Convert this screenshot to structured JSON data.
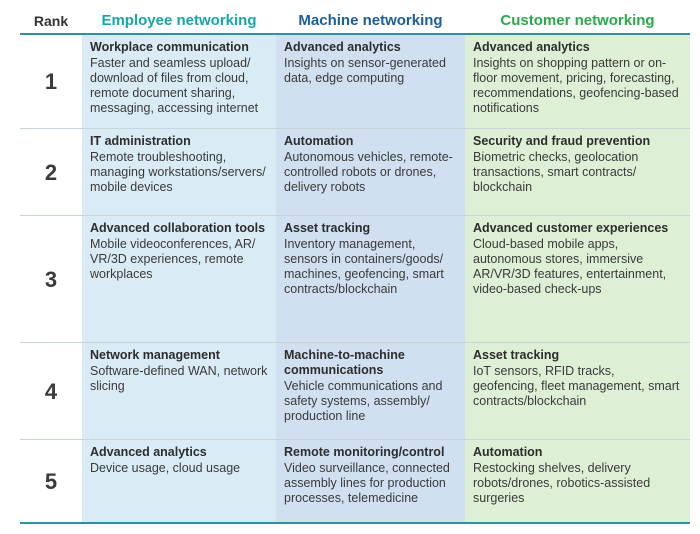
{
  "header": {
    "rank": "Rank",
    "employee": "Employee networking",
    "machine": "Machine networking",
    "customer": "Customer networking"
  },
  "colors": {
    "employee_header": "#12a8a8",
    "machine_header": "#1a5e9a",
    "customer_header": "#2aaa4a",
    "employee_bg": "#d9ebf5",
    "machine_bg": "#d0e0f1",
    "customer_bg": "#ddf0d6",
    "rule": "#2a93a2"
  },
  "rows": [
    {
      "rank": "1",
      "employee": {
        "title": "Workplace communication",
        "desc": "Faster and seamless upload/ download of files from cloud, remote document sharing, messaging, accessing internet"
      },
      "machine": {
        "title": "Advanced analytics",
        "desc": "Insights on sensor-generated data, edge computing"
      },
      "customer": {
        "title": "Advanced analytics",
        "desc": "Insights on shopping pattern or on-floor movement, pricing, forecasting, recommendations, geofencing-based notifications"
      }
    },
    {
      "rank": "2",
      "employee": {
        "title": "IT administration",
        "desc": "Remote troubleshooting, managing workstations/servers/ mobile devices"
      },
      "machine": {
        "title": "Automation",
        "desc": "Autonomous vehicles, remote-controlled robots or drones, delivery robots"
      },
      "customer": {
        "title": "Security and fraud prevention",
        "desc": "Biometric checks, geolocation transactions, smart contracts/ blockchain"
      }
    },
    {
      "rank": "3",
      "employee": {
        "title": "Advanced collaboration tools",
        "desc": "Mobile videoconferences, AR/ VR/3D experiences, remote workplaces"
      },
      "machine": {
        "title": "Asset tracking",
        "desc": "Inventory management, sensors in containers/goods/ machines, geofencing, smart contracts/blockchain"
      },
      "customer": {
        "title": "Advanced customer experiences",
        "desc": "Cloud-based mobile apps, autonomous stores, immersive AR/VR/3D features, entertainment, video-based check-ups"
      }
    },
    {
      "rank": "4",
      "employee": {
        "title": "Network management",
        "desc": "Software-defined WAN, network slicing"
      },
      "machine": {
        "title": "Machine-to-machine communications",
        "desc": "Vehicle communications and safety systems, assembly/ production line"
      },
      "customer": {
        "title": "Asset tracking",
        "desc": "IoT sensors, RFID tracks, geofencing, fleet management, smart contracts/blockchain"
      }
    },
    {
      "rank": "5",
      "employee": {
        "title": "Advanced analytics",
        "desc": "Device usage, cloud usage"
      },
      "machine": {
        "title": "Remote monitoring/control",
        "desc": "Video surveillance, connected assembly lines for production processes, telemedicine"
      },
      "customer": {
        "title": "Automation",
        "desc": "Restocking shelves, delivery robots/drones, robotics-assisted surgeries"
      }
    }
  ]
}
